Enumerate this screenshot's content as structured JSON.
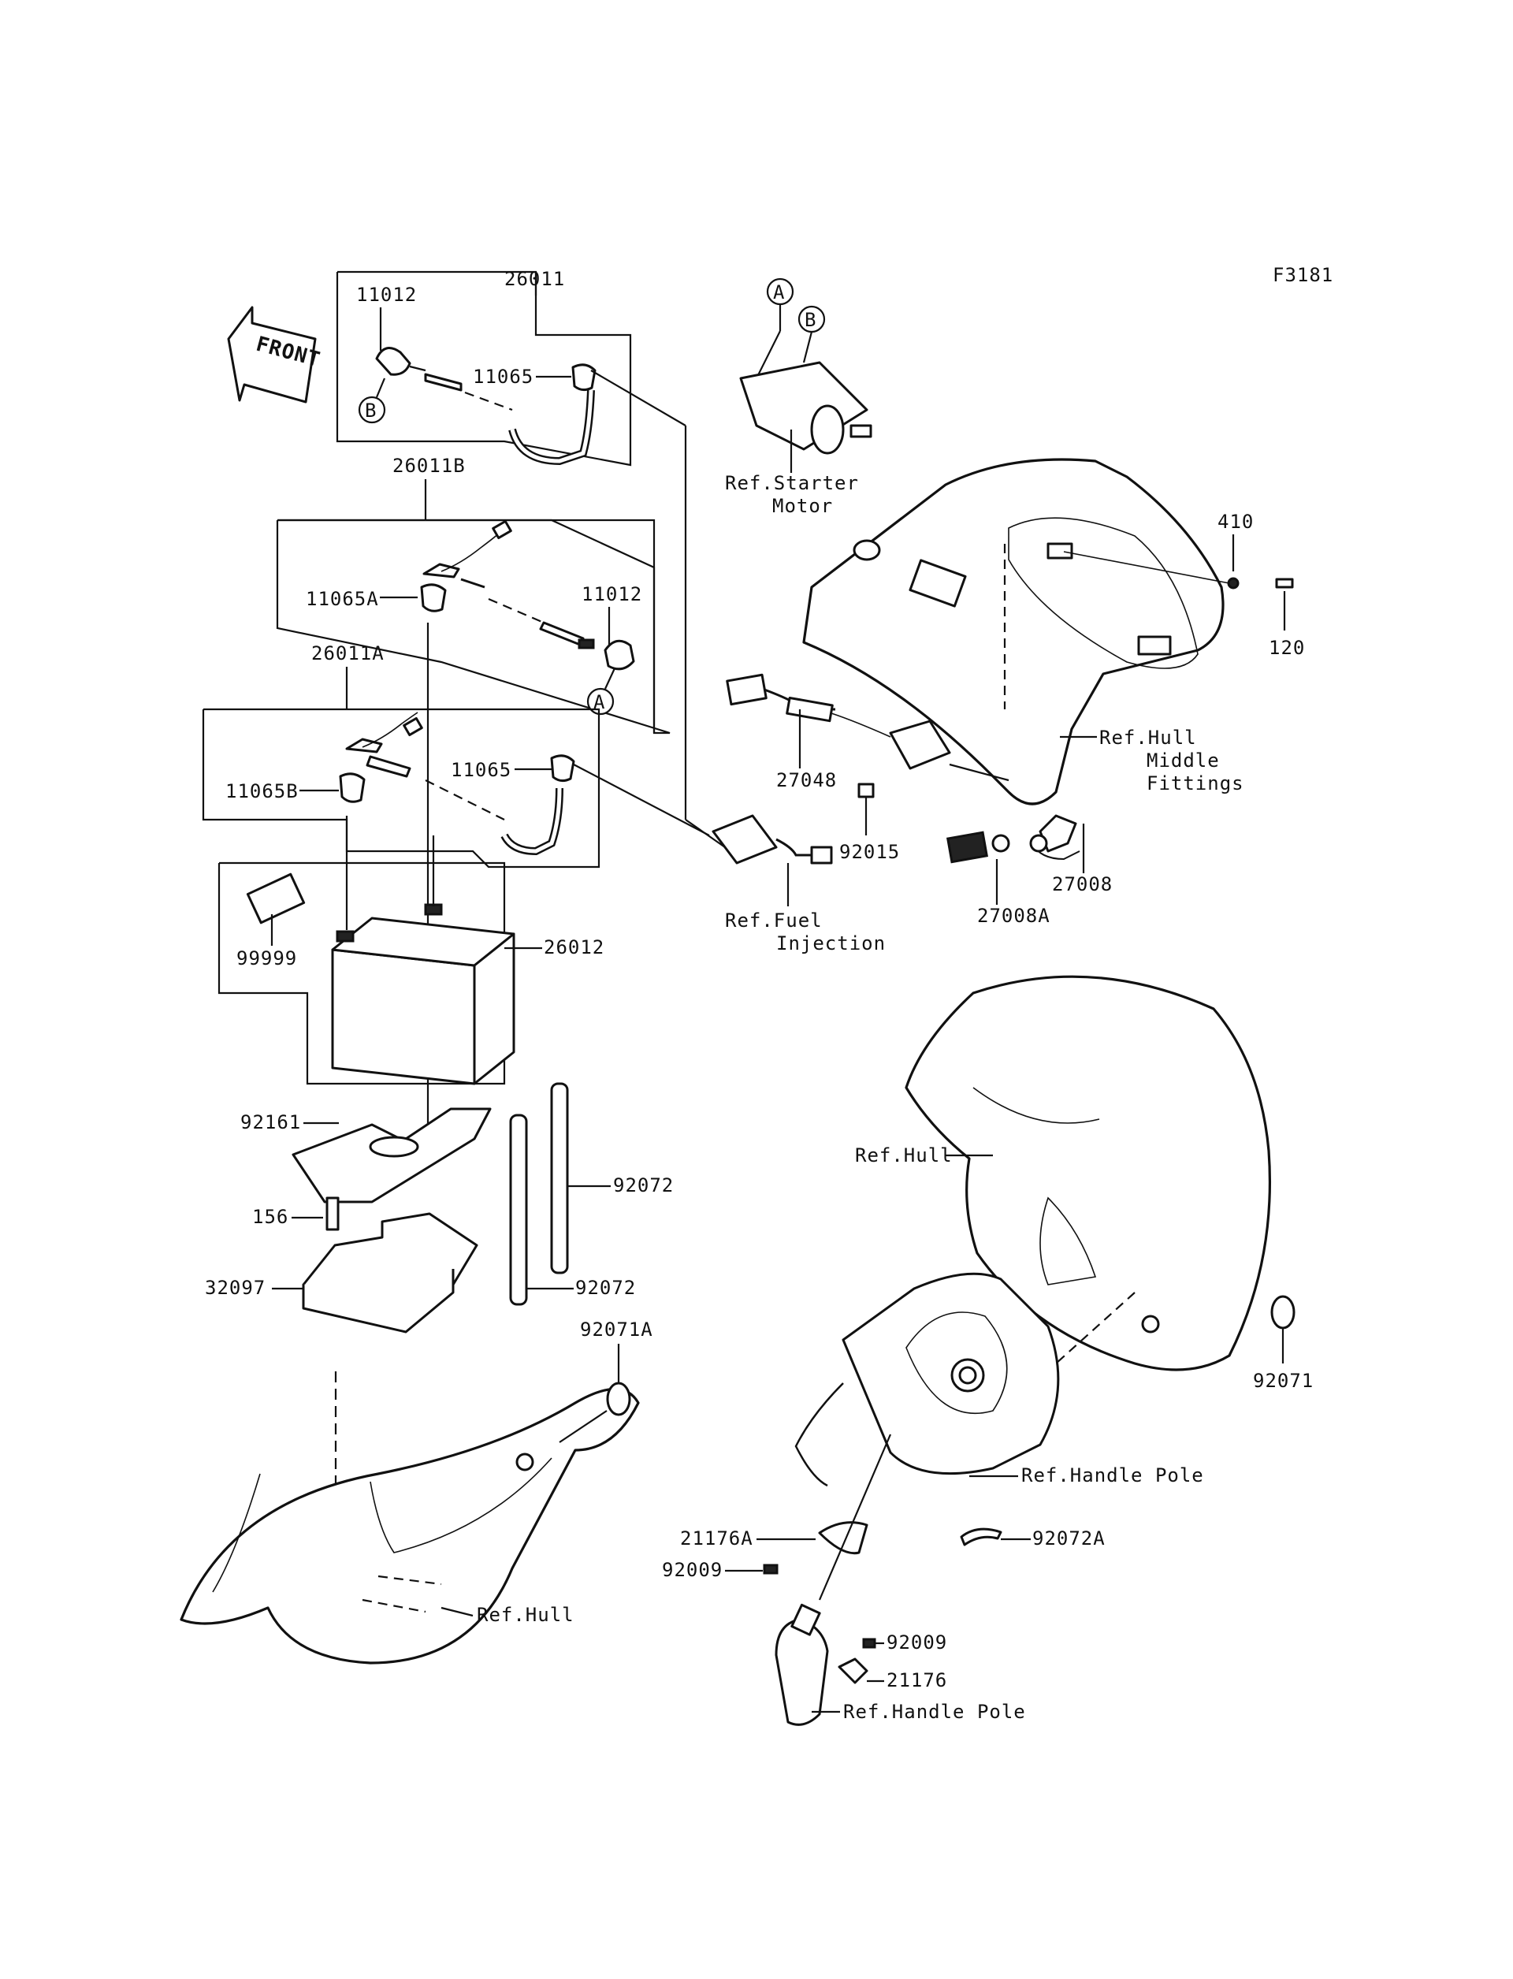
{
  "figure_code": "F3181",
  "front_label": "FRONT",
  "callouts": {
    "p26011": "26011",
    "p11012_top": "11012",
    "p11065_top": "11065",
    "circleB_left": "B",
    "p26011B": "26011B",
    "p11065A": "11065A",
    "p11012_mid": "11012",
    "circleA_mid": "A",
    "p26011A": "26011A",
    "p11065B": "11065B",
    "p11065_mid": "11065",
    "p99999": "99999",
    "p26012": "26012",
    "p92161": "92161",
    "p156": "156",
    "p32097": "32097",
    "p92072_upper": "92072",
    "p92072_lower": "92072",
    "p92071A": "92071A",
    "circleA_top": "A",
    "circleB_top": "B",
    "p410": "410",
    "p120": "120",
    "p27048": "27048",
    "p92015": "92015",
    "p27008": "27008",
    "p27008A": "27008A",
    "p92071": "92071",
    "p21176A": "21176A",
    "p92009_left": "92009",
    "p92072A": "92072A",
    "p92009_right": "92009",
    "p21176": "21176"
  },
  "references": {
    "starter_motor_1": "Ref.Starter",
    "starter_motor_2": "Motor",
    "hull_middle_1": "Ref.Hull",
    "hull_middle_2": "Middle",
    "hull_middle_3": "Fittings",
    "fuel_injection_1": "Ref.Fuel",
    "fuel_injection_2": "Injection",
    "hull_right": "Ref.Hull",
    "hull_left": "Ref.Hull",
    "handle_pole_1": "Ref.Handle Pole",
    "handle_pole_2": "Ref.Handle Pole"
  }
}
